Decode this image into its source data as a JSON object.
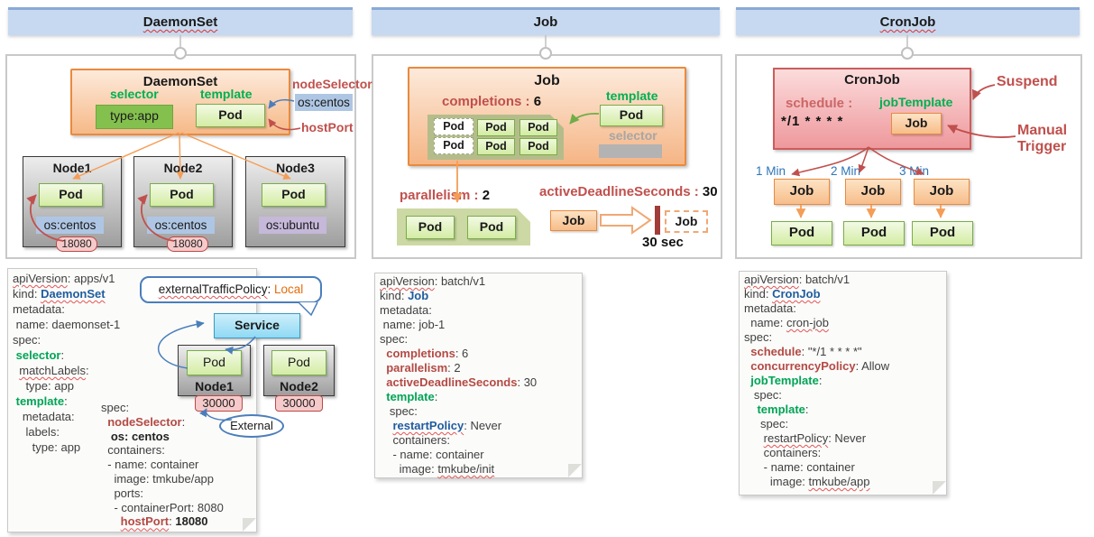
{
  "headers": [
    "DaemonSet",
    "Job",
    "CronJob"
  ],
  "labels": {
    "pod": "Pod",
    "job": "Job"
  },
  "daemonset": {
    "box_title": "DaemonSet",
    "selector_label": "selector",
    "template_label": "template",
    "type_app": "type:app",
    "node_selector_label": "nodeSelector",
    "os_centos_chip": "os:centos",
    "host_port_label": "hostPort",
    "nodes": [
      {
        "name": "Node1",
        "os": "os:centos",
        "port": "18080"
      },
      {
        "name": "Node2",
        "os": "os:centos",
        "port": "18080"
      },
      {
        "name": "Node3",
        "os": "os:ubuntu"
      }
    ]
  },
  "job": {
    "box_title": "Job",
    "completions_label": "completions : ",
    "completions_value": "6",
    "template_label": "template",
    "selector_label": "selector",
    "parallelism_label": "parallelism : ",
    "parallelism_value": "2",
    "deadline_label": "activeDeadlineSeconds : ",
    "deadline_value": "30",
    "deadline_caption": "30 sec"
  },
  "cronjob": {
    "box_title": "CronJob",
    "schedule_label": "schedule :",
    "schedule_value": "*/1 * * * *",
    "job_template_label": "jobTemplate",
    "suspend_label": "Suspend",
    "manual_trigger_line1": "Manual",
    "manual_trigger_line2": "Trigger",
    "minutes": [
      "1 Min",
      "2 Min",
      "3 Min"
    ]
  },
  "overlay": {
    "bubble_key": "externalTrafficPolicy",
    "bubble_sep": ": ",
    "bubble_value": "Local",
    "service_label": "Service",
    "external_label": "External",
    "nodes": [
      {
        "name": "Node1",
        "port": "30000"
      },
      {
        "name": "Node2",
        "port": "30000"
      }
    ]
  },
  "notes": [
    {
      "lines": [
        [
          [
            "apiVersion",
            "wavy"
          ],
          [
            ": apps/v1",
            ""
          ]
        ],
        [
          [
            "kind: ",
            ""
          ],
          [
            "DaemonSet",
            "blue wavy"
          ]
        ],
        [
          [
            "metadata:",
            ""
          ]
        ],
        [
          [
            " name: daemonset-1",
            ""
          ]
        ],
        [
          [
            "spec:",
            ""
          ]
        ],
        [
          [
            " ",
            ""
          ],
          [
            "selector",
            "green"
          ],
          [
            ":",
            ""
          ]
        ],
        [
          [
            "  ",
            ""
          ],
          [
            "matchLabels",
            "wavy"
          ],
          [
            ":",
            ""
          ]
        ],
        [
          [
            "    type: app",
            ""
          ]
        ],
        [
          [
            " ",
            ""
          ],
          [
            "template",
            "green"
          ],
          [
            ":",
            ""
          ]
        ],
        [
          [
            "   metadata:",
            ""
          ]
        ],
        [
          [
            "    labels:",
            ""
          ]
        ],
        [
          [
            "      type: app",
            ""
          ]
        ]
      ]
    },
    {
      "lines": [
        [
          [
            "spec:",
            ""
          ]
        ],
        [
          [
            "  ",
            ""
          ],
          [
            "nodeSelector",
            "red"
          ],
          [
            ":",
            ""
          ]
        ],
        [
          [
            "   ",
            ""
          ],
          [
            "os: centos",
            "bold"
          ]
        ],
        [
          [
            "  containers:",
            ""
          ]
        ],
        [
          [
            "  - name: container",
            ""
          ]
        ],
        [
          [
            "    image: tmkube/app",
            ""
          ]
        ],
        [
          [
            "    ports:",
            ""
          ]
        ],
        [
          [
            "    - containerPort: 8080",
            ""
          ]
        ],
        [
          [
            "      ",
            ""
          ],
          [
            "hostPort",
            "red wavy"
          ],
          [
            ": ",
            ""
          ],
          [
            "18080",
            "bold"
          ]
        ]
      ]
    },
    {
      "lines": [
        [
          [
            "apiVersion",
            "wavy"
          ],
          [
            ": batch/v1",
            ""
          ]
        ],
        [
          [
            "kind: ",
            ""
          ],
          [
            "Job",
            "blue"
          ]
        ],
        [
          [
            "metadata:",
            ""
          ]
        ],
        [
          [
            " name: job-1",
            ""
          ]
        ],
        [
          [
            "spec:",
            ""
          ]
        ],
        [
          [
            "  ",
            ""
          ],
          [
            "completions",
            "red"
          ],
          [
            ": 6",
            ""
          ]
        ],
        [
          [
            "  ",
            ""
          ],
          [
            "parallelism",
            "red"
          ],
          [
            ": 2",
            ""
          ]
        ],
        [
          [
            "  ",
            ""
          ],
          [
            "activeDeadlineSeconds",
            "red"
          ],
          [
            ": 30",
            ""
          ]
        ],
        [
          [
            "  ",
            ""
          ],
          [
            "template",
            "green"
          ],
          [
            ":",
            ""
          ]
        ],
        [
          [
            "   spec:",
            ""
          ]
        ],
        [
          [
            "    ",
            ""
          ],
          [
            "restartPolicy",
            "blue wavy"
          ],
          [
            ": Never",
            ""
          ]
        ],
        [
          [
            "    containers:",
            ""
          ]
        ],
        [
          [
            "    - name: container",
            ""
          ]
        ],
        [
          [
            "      image: ",
            ""
          ],
          [
            "tmkube/init",
            "wavy"
          ]
        ]
      ]
    },
    {
      "lines": [
        [
          [
            "apiVersion",
            "wavy"
          ],
          [
            ": batch/v1",
            ""
          ]
        ],
        [
          [
            "kind: ",
            ""
          ],
          [
            "CronJob",
            "blue wavy"
          ]
        ],
        [
          [
            "metadata:",
            ""
          ]
        ],
        [
          [
            "  name: ",
            ""
          ],
          [
            "cron-job",
            "wavy"
          ]
        ],
        [
          [
            "spec:",
            ""
          ]
        ],
        [
          [
            "  ",
            ""
          ],
          [
            "schedule",
            "red"
          ],
          [
            ": \"*/1 * * * *\"",
            ""
          ]
        ],
        [
          [
            "  ",
            ""
          ],
          [
            "concurrencyPolicy",
            "red"
          ],
          [
            ": Allow",
            ""
          ]
        ],
        [
          [
            "  ",
            ""
          ],
          [
            "jobTemplate",
            "green"
          ],
          [
            ":",
            ""
          ]
        ],
        [
          [
            "   spec:",
            ""
          ]
        ],
        [
          [
            "    ",
            ""
          ],
          [
            "template",
            "green"
          ],
          [
            ":",
            ""
          ]
        ],
        [
          [
            "     spec:",
            ""
          ]
        ],
        [
          [
            "      ",
            ""
          ],
          [
            "restartPolicy",
            "wavy"
          ],
          [
            ": Never",
            ""
          ]
        ],
        [
          [
            "      containers:",
            ""
          ]
        ],
        [
          [
            "      - name: container",
            ""
          ]
        ],
        [
          [
            "        image: ",
            ""
          ],
          [
            "tmkube/app",
            "wavy"
          ]
        ]
      ]
    }
  ]
}
